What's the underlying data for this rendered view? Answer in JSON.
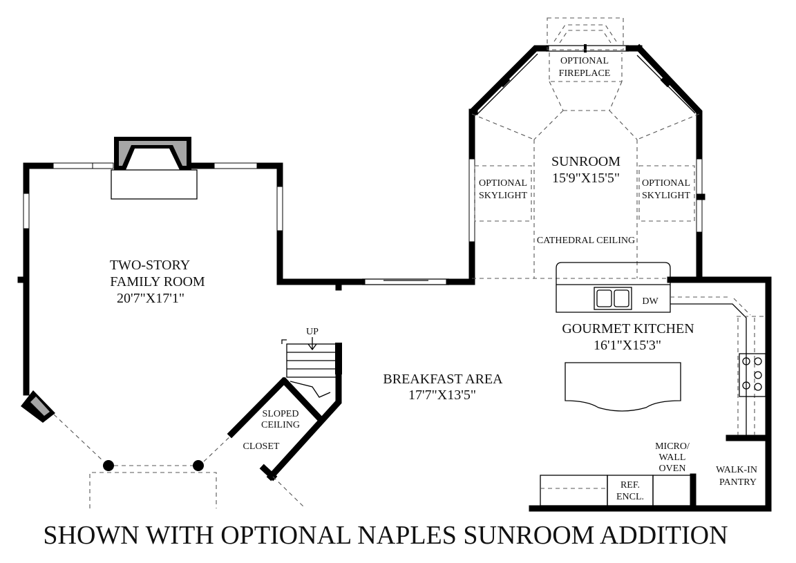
{
  "plan": {
    "rooms": {
      "family_room": {
        "line1": "TWO-STORY",
        "line2": "FAMILY ROOM",
        "dims": "20'7\"X17'1\""
      },
      "sunroom": {
        "name": "SUNROOM",
        "dims": "15'9\"X15'5\""
      },
      "breakfast": {
        "name": "BREAKFAST AREA",
        "dims": "17'7\"X13'5\""
      },
      "kitchen": {
        "name": "GOURMET KITCHEN",
        "dims": "16'1\"X15'3\""
      }
    },
    "labels": {
      "fireplace_1": "OPTIONAL",
      "fireplace_2": "FIREPLACE",
      "skylight_left_1": "OPTIONAL",
      "skylight_left_2": "SKYLIGHT",
      "skylight_right_1": "OPTIONAL",
      "skylight_right_2": "SKYLIGHT",
      "cathedral_ceiling": "CATHEDRAL CEILING",
      "dw": "DW",
      "up": "UP",
      "sloped_1": "SLOPED",
      "sloped_2": "CEILING",
      "closet": "CLOSET",
      "micro_1": "MICRO/",
      "micro_2": "WALL",
      "micro_3": "OVEN",
      "ref_1": "REF.",
      "ref_2": "ENCL.",
      "pantry_1": "WALK-IN",
      "pantry_2": "PANTRY"
    }
  },
  "caption": "SHOWN WITH OPTIONAL NAPLES SUNROOM ADDITION",
  "colors": {
    "wall": "#000000",
    "fireplace_fill": "#a6a6a6",
    "dashed": "#555555"
  }
}
